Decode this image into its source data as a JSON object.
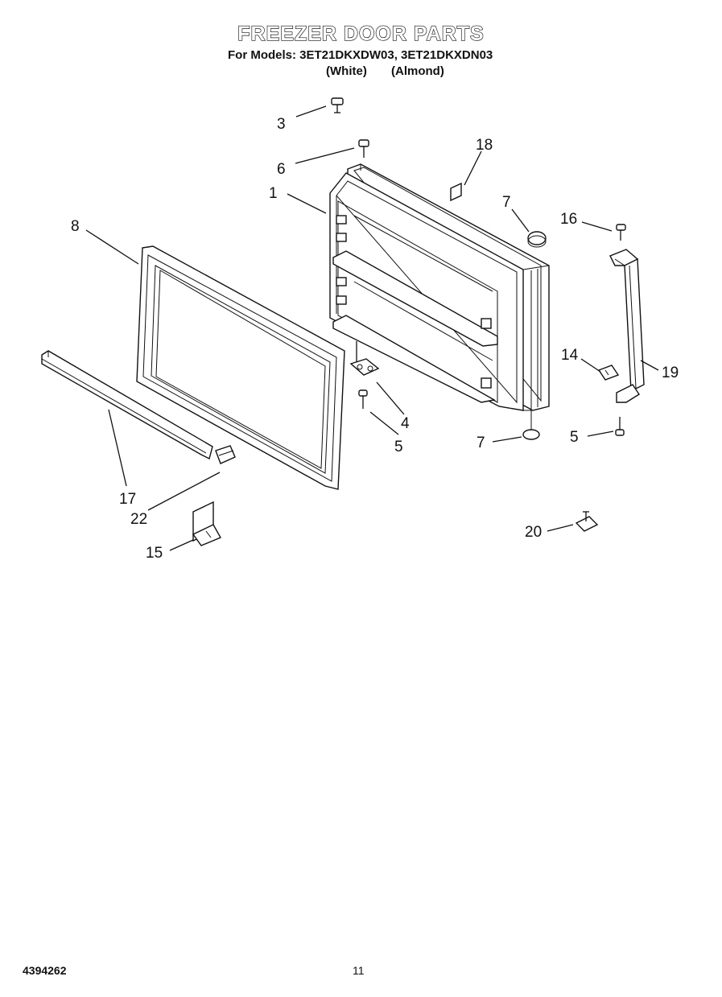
{
  "title": "FREEZER DOOR PARTS",
  "models_line": "For Models: 3ET21DKXDW03, 3ET21DKXDN03",
  "variants": [
    "(White)",
    "(Almond)"
  ],
  "doc_number": "4394262",
  "page_number": "11",
  "callouts": {
    "door_liner": "1",
    "screw_top": "3",
    "hinge_bottom": "4",
    "screw_hinge": "5",
    "screw_handle": "5",
    "screw_top_right": "6",
    "plug_top": "7",
    "plug_bottom": "7",
    "gasket": "8",
    "handle_mount": "14",
    "bracket": "15",
    "handle_screw_top": "16",
    "trim": "17",
    "label": "18",
    "handle": "19",
    "clip": "20",
    "end_cap": "22"
  }
}
